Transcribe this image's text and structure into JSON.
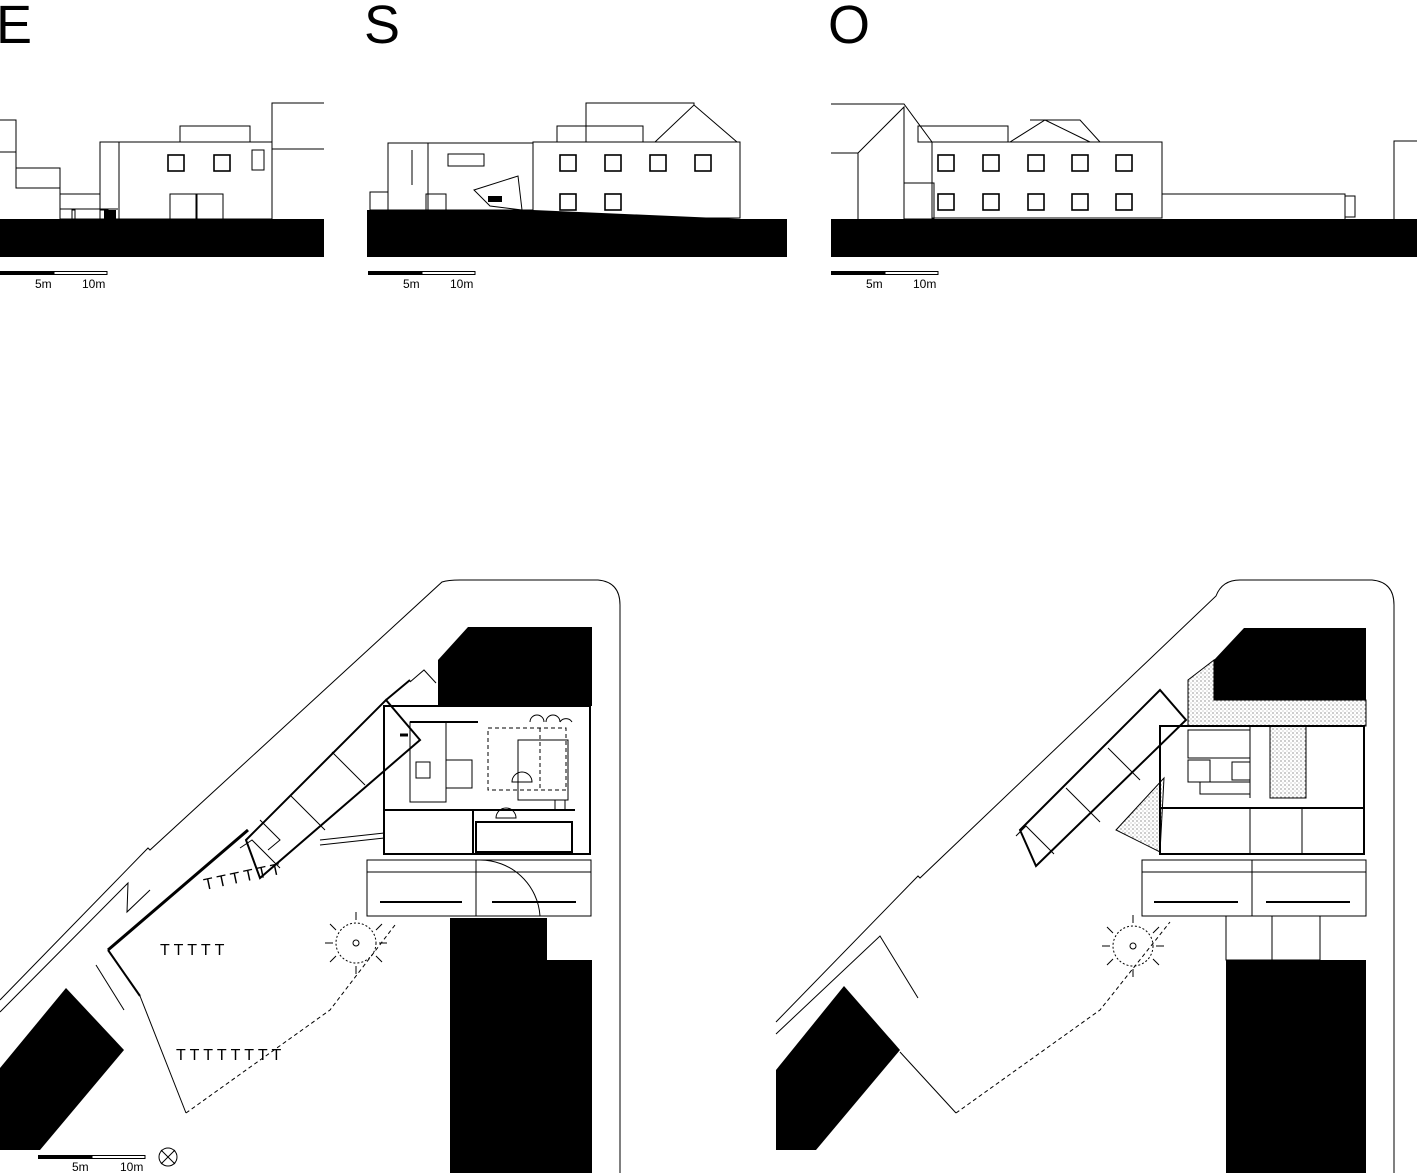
{
  "elevations": [
    {
      "letter": "E",
      "scale": {
        "mid": "5m",
        "end": "10m"
      }
    },
    {
      "letter": "S",
      "scale": {
        "mid": "5m",
        "end": "10m"
      }
    },
    {
      "letter": "O",
      "scale": {
        "mid": "5m",
        "end": "10m"
      }
    }
  ],
  "plans": [
    {
      "scale": {
        "mid": "5m",
        "end": "10m"
      },
      "north_icon": "north-arrow-icon"
    },
    {}
  ]
}
